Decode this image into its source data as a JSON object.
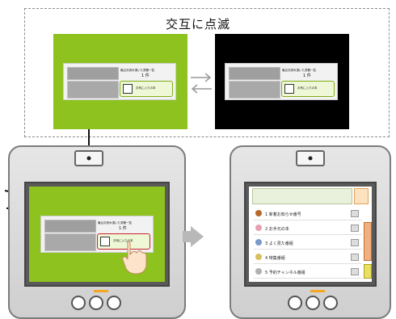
{
  "diagram": {
    "blink_label": "交互に点滅",
    "card": {
      "info_line1": "最近お読み頂いた書籍一覧",
      "info_count": "1 件",
      "button_label": "お気に入りの本"
    },
    "menu_rows": [
      "1 新着お知らせ番号",
      "2 お手元の本",
      "3 よく見た番組",
      "4 特集番組",
      "5 予約チャンネル番組"
    ],
    "colors": {
      "accent_green": "#8dc21f",
      "blink_black": "#000000",
      "highlight_red": "#cc1f2f",
      "indicator_orange": "#f5a623"
    },
    "icons": [
      "left-right-arrows-icon",
      "hand-pointer-icon",
      "right-arrow-icon",
      "camera-icon"
    ]
  }
}
